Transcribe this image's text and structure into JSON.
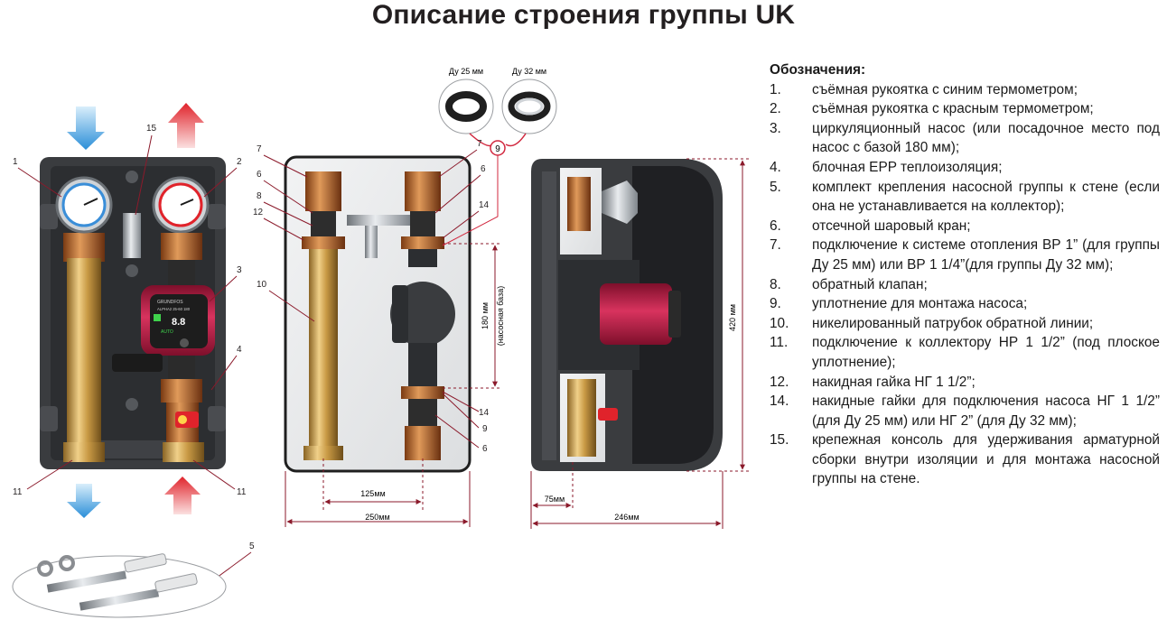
{
  "title": "Описание строения группы UK",
  "legend": {
    "heading": "Обозначения:",
    "items": [
      {
        "num": "1.",
        "text": "съёмная рукоятка с синим термометром;"
      },
      {
        "num": "2.",
        "text": "съёмная рукоятка с красным термометром;"
      },
      {
        "num": "3.",
        "text": "циркуляционный насос (или посадочное место под насос с базой 180 мм);"
      },
      {
        "num": "4.",
        "text": "блочная EPP теплоизоляция;"
      },
      {
        "num": "5.",
        "text": "комплект крепления насосной группы к стене (если она не устанавливается на коллектор);"
      },
      {
        "num": "6.",
        "text": "отсечной шаровый кран;"
      },
      {
        "num": "7.",
        "text": "подключение к системе отопления ВР 1” (для группы Ду 25 мм) или ВР 1 1/4”(для группы Ду 32 мм);"
      },
      {
        "num": "8.",
        "text": "обратный клапан;"
      },
      {
        "num": "9.",
        "text": "уплотнение для монтажа насоса;"
      },
      {
        "num": "10.",
        "text": "никелированный патрубок обратной линии;"
      },
      {
        "num": "11.",
        "text": "подключение к коллектору НР 1 1/2” (под плоское уплотнение);"
      },
      {
        "num": "12.",
        "text": "накидная гайка НГ 1 1/2”;"
      },
      {
        "num": "14.",
        "text": "накидные гайки для подключения насоса НГ 1 1/2” (для Ду 25 мм) или НГ 2” (для Ду 32 мм);"
      },
      {
        "num": "15.",
        "text": "крепежная консоль для удерживания арматурной сборки внутри изоляции и для монтажа насосной группы на стене."
      }
    ]
  },
  "callouts": {
    "n1": "1",
    "n2": "2",
    "n3": "3",
    "n4": "4",
    "n5": "5",
    "n6": "6",
    "n7": "7",
    "n8": "8",
    "n9": "9",
    "n10": "10",
    "n11": "11",
    "n12": "12",
    "n14": "14",
    "n15": "15"
  },
  "seals": {
    "du25": "Ду 25 мм",
    "du32": "Ду 32 мм"
  },
  "dimensions": {
    "d125": "125мм",
    "d250": "250мм",
    "d180": "180 мм",
    "d180_sub": "(насосная база)",
    "d420": "420 мм",
    "d75": "75мм",
    "d246": "246мм"
  },
  "pump": {
    "brand": "GRUNDFOS",
    "model": "ALPHA2 25-60 180",
    "display": "8.8",
    "mode": "AUTO"
  },
  "colors": {
    "insulation": "#3a3c3f",
    "brass": "#c99a45",
    "red": "#e0232b",
    "blue": "#2a8ed8",
    "pump_red": "#a8163a"
  }
}
